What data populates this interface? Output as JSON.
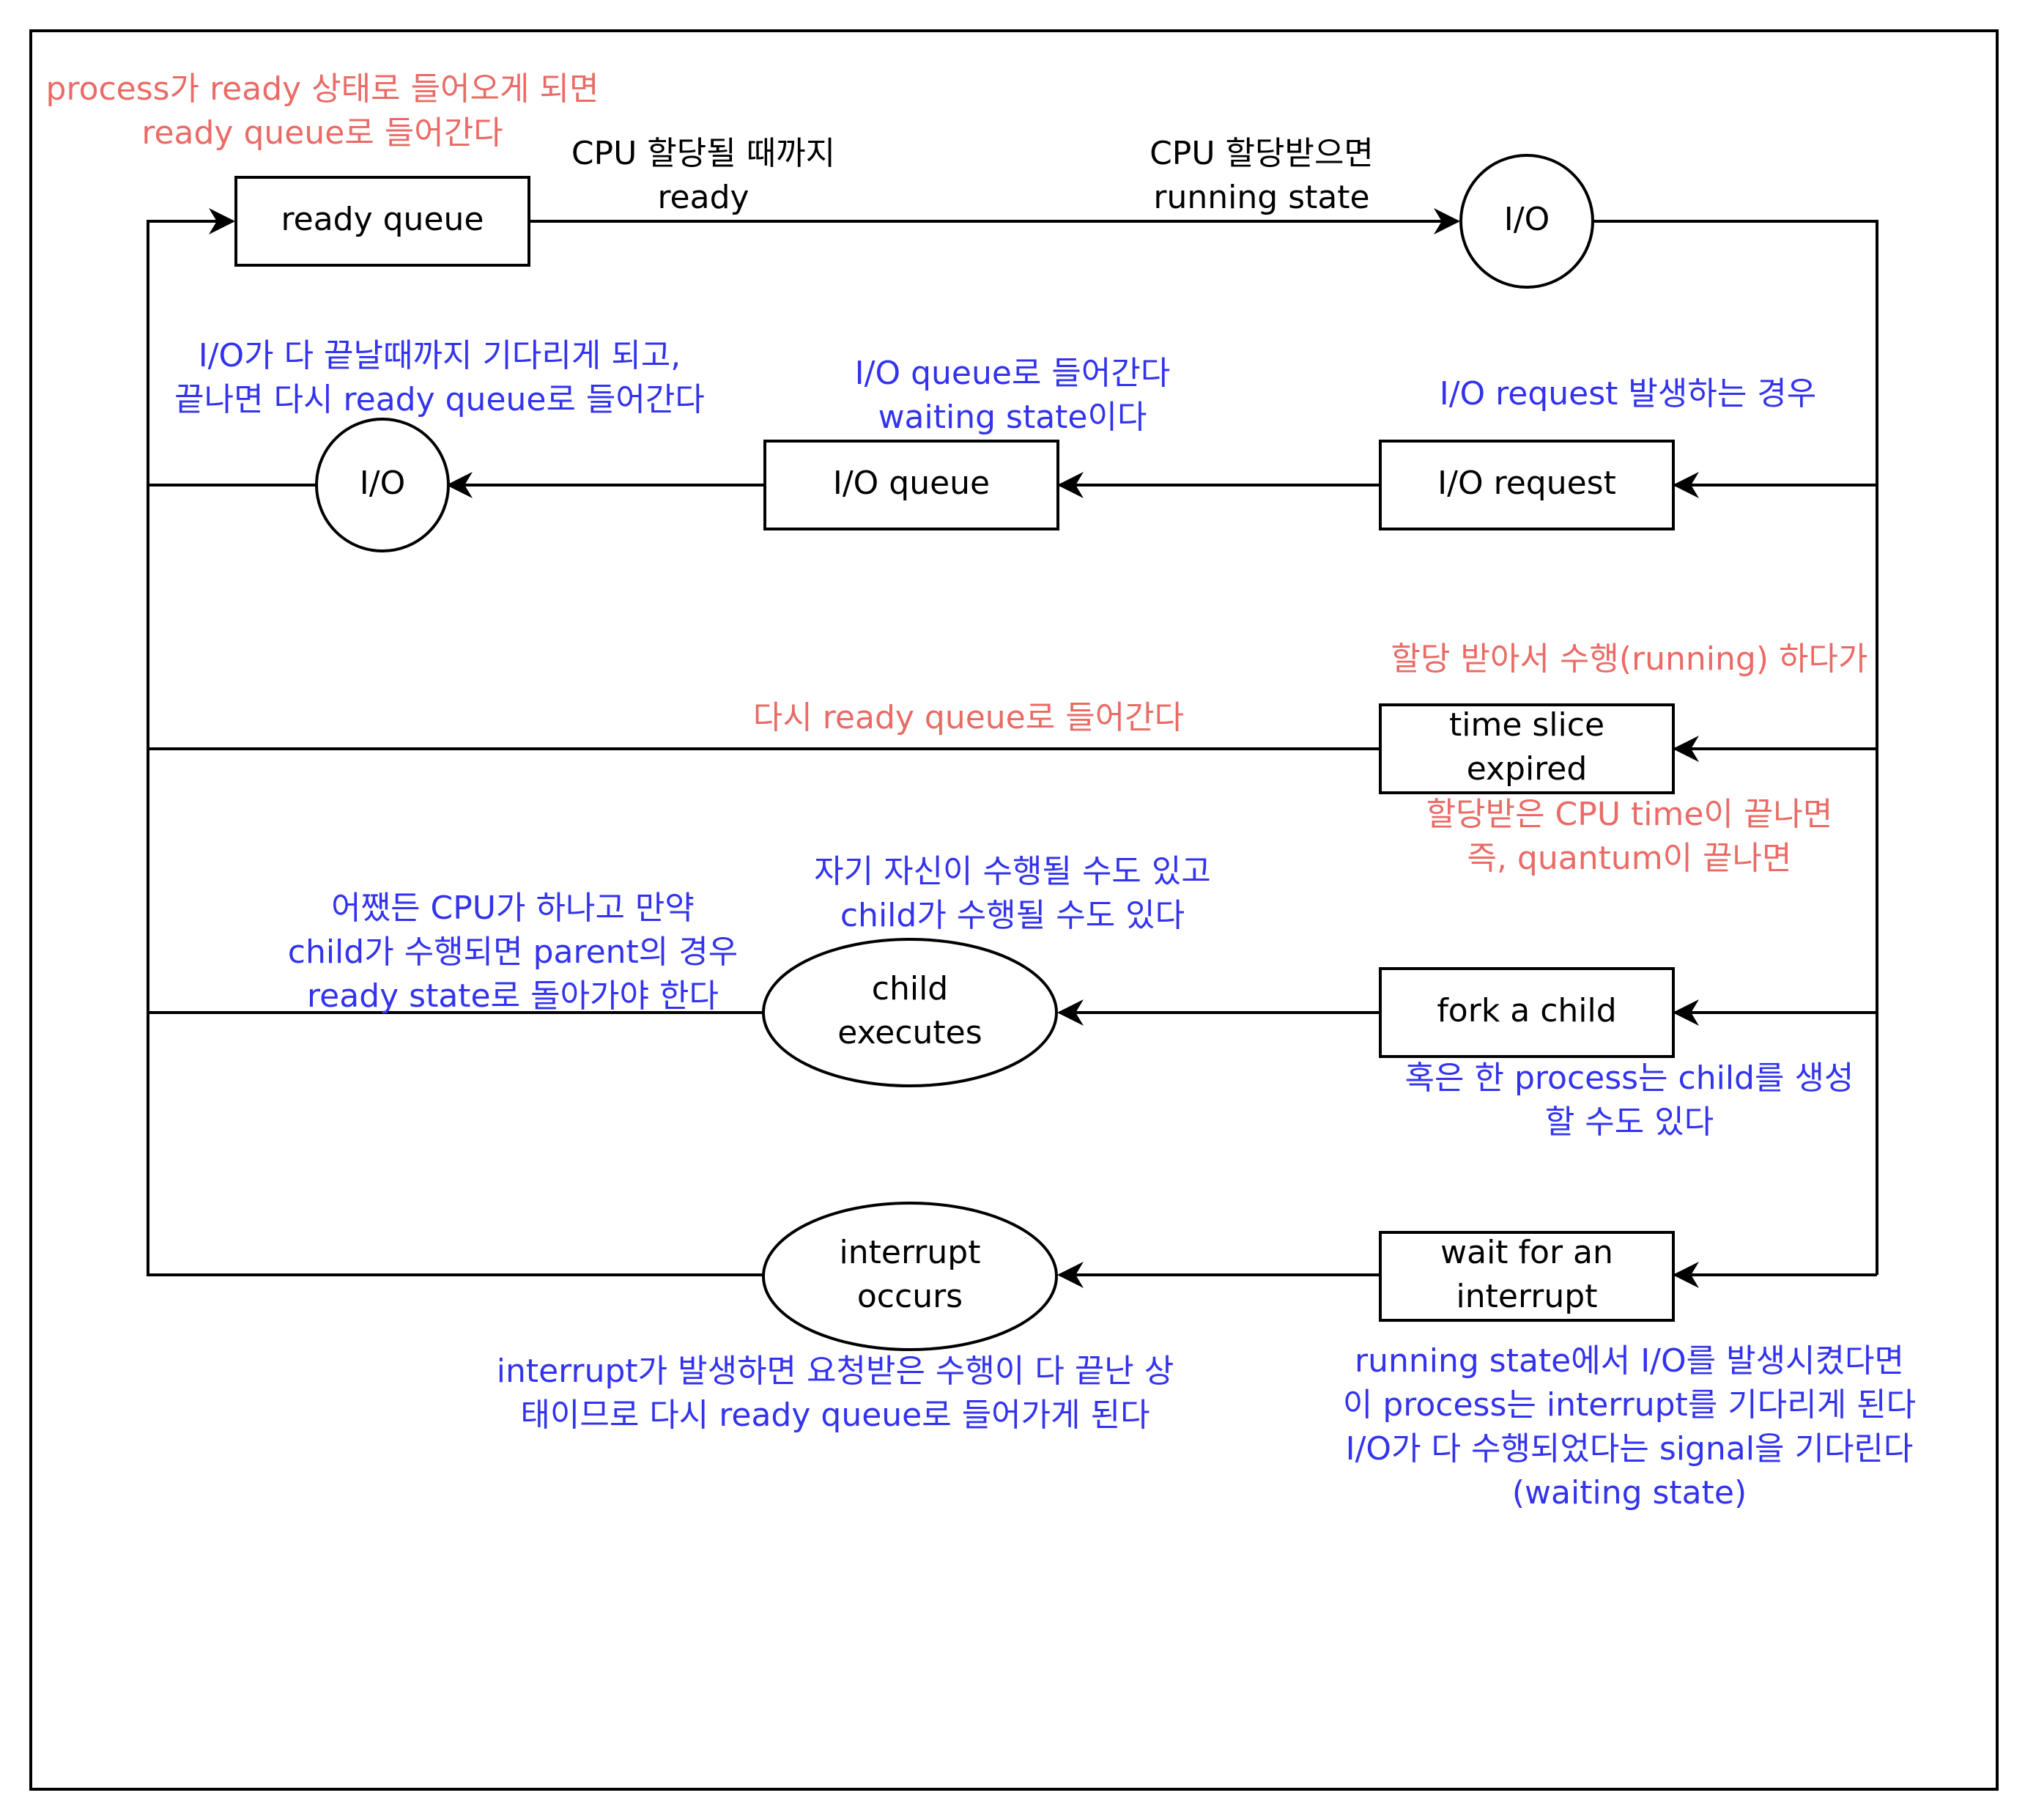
{
  "colors": {
    "annotation_red": "#ea6b66",
    "annotation_blue": "#3333ee",
    "line": "#000000",
    "background": "#ffffff"
  },
  "nodes": {
    "ready_queue": "ready queue",
    "io_top": "I/O",
    "io_request": "I/O request",
    "io_queue": "I/O queue",
    "io_left": "I/O",
    "time_slice": [
      "time slice",
      "expired"
    ],
    "fork_child": "fork a child",
    "child_executes": [
      "child",
      "executes"
    ],
    "wait_interrupt": [
      "wait for an",
      "interrupt"
    ],
    "interrupt_occurs": [
      "interrupt",
      "occurs"
    ]
  },
  "labels": {
    "cpu_wait": [
      "CPU 할당될 때까지",
      "ready"
    ],
    "cpu_assigned": [
      "CPU 할당받으면",
      "running state"
    ]
  },
  "annotations": {
    "ready_entry": [
      "process가 ready 상태로 들어오게 되면",
      "ready queue로 들어간다"
    ],
    "io_done": [
      "I/O가 다 끝날때까지 기다리게 되고,",
      "끝나면 다시 ready queue로 들어간다"
    ],
    "io_queue_note": [
      "I/O queue로 들어간다",
      "waiting state이다"
    ],
    "io_request_note": [
      "I/O request 발생하는 경우"
    ],
    "running_note": [
      "할당 받아서 수행(running) 하다가"
    ],
    "back_to_ready": [
      "다시 ready queue로 들어간다"
    ],
    "quantum_note": [
      "할당받은 CPU time이 끝나면",
      "즉, quantum이 끝나면"
    ],
    "self_or_child": [
      "자기 자신이 수행될 수도 있고",
      "child가 수행될 수도 있다"
    ],
    "parent_note": [
      "어쨌든 CPU가 하나고 만약",
      "child가 수행되면 parent의 경우",
      "ready state로 돌아가야 한다"
    ],
    "fork_note": [
      "혹은 한 process는 child를 생성",
      "할 수도 있다"
    ],
    "interrupt_note": [
      "interrupt가 발생하면 요청받은 수행이 다 끝난 상",
      "태이므로 다시 ready queue로 들어가게 된다"
    ],
    "wait_note": [
      "running state에서 I/O를 발생시켰다면",
      "이 process는 interrupt를 기다리게 된다",
      "I/O가 다 수행되었다는 signal을 기다린다",
      "(waiting state)"
    ]
  }
}
